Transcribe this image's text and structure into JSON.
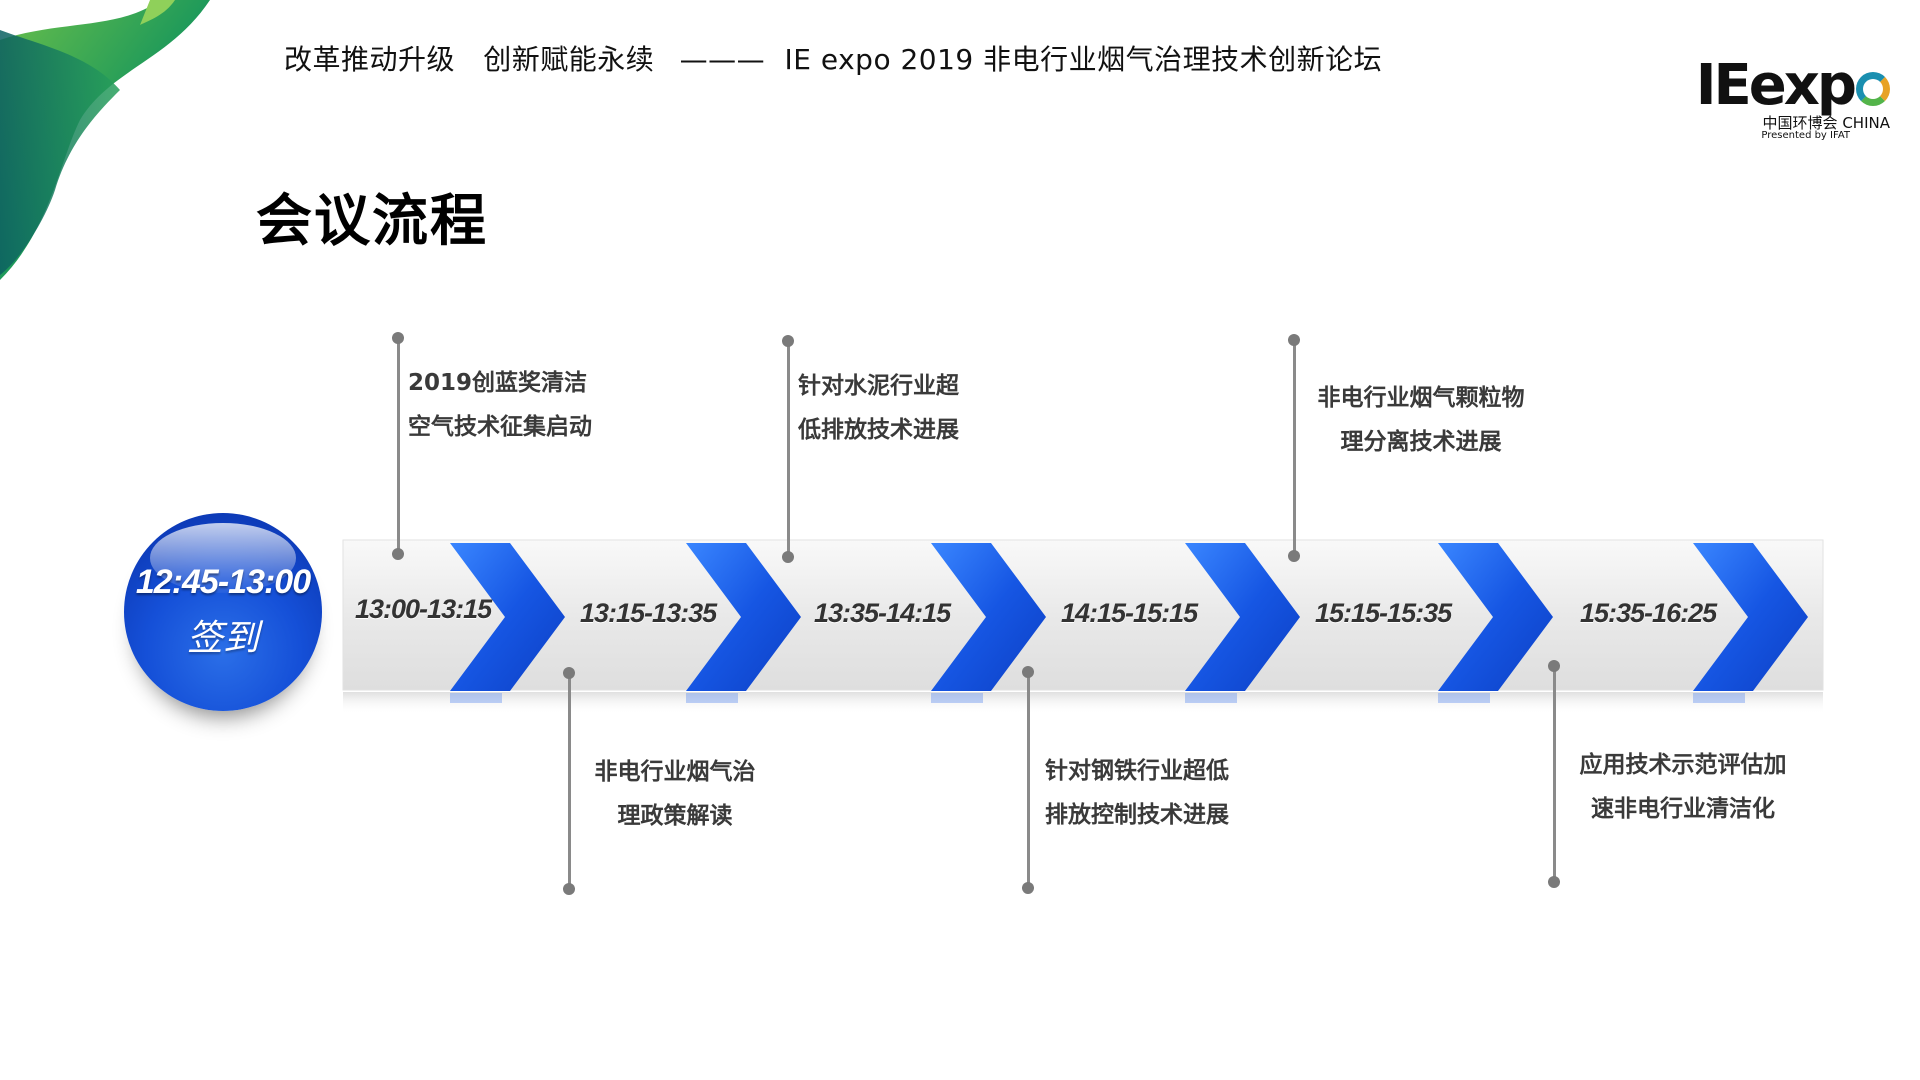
{
  "header": {
    "slogan": "改革推动升级   创新赋能永续",
    "separator": "———",
    "forum": "IE expo 2019 非电行业烟气治理技术创新论坛"
  },
  "logo": {
    "main_prefix": "IEexp",
    "sub_cn": "中国环博会",
    "sub_en": "CHINA",
    "presented": "Presented by IFAT"
  },
  "page_title": "会议流程",
  "start": {
    "time": "12:45-13:00",
    "label": "签到"
  },
  "timeline": [
    {
      "time": "13:00-13:15",
      "topic_line1": "2019创蓝奖清洁",
      "topic_line2": "空气技术征集启动"
    },
    {
      "time": "13:15-13:35",
      "topic_line1": "非电行业烟气治",
      "topic_line2": "理政策解读"
    },
    {
      "time": "13:35-14:15",
      "topic_line1": "针对水泥行业超",
      "topic_line2": "低排放技术进展"
    },
    {
      "time": "14:15-15:15",
      "topic_line1": "针对钢铁行业超低",
      "topic_line2": "排放控制技术进展"
    },
    {
      "time": "15:15-15:35",
      "topic_line1": "非电行业烟气颗粒物",
      "topic_line2": "理分离技术进展"
    },
    {
      "time": "15:35-16:25",
      "topic_line1": "应用技术示范评估加",
      "topic_line2": "速非电行业清洁化"
    }
  ],
  "colors": {
    "arrow_blue": "#1554e0",
    "band_gray": "#eeeeee",
    "accent_green": "#2e9c4a"
  }
}
